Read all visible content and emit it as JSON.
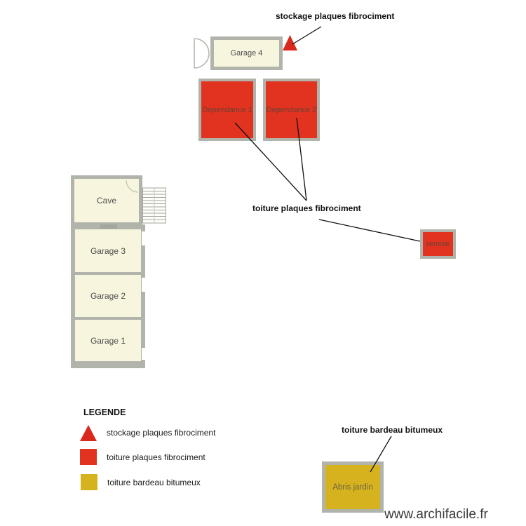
{
  "colors": {
    "wall": "#b1b4ab",
    "cream": "#f8f5de",
    "red": "#e23220",
    "red_dark": "#d8291c",
    "yellow": "#d6b31e",
    "line": "#111111"
  },
  "rooms": {
    "garage4": {
      "label": "Garage 4"
    },
    "dependance1": {
      "label": "Dependance 1"
    },
    "dependance2": {
      "label": "Dependance 2"
    },
    "cave": {
      "label": "Cave"
    },
    "garage3": {
      "label": "Garage 3"
    },
    "garage2": {
      "label": "Garage 2"
    },
    "garage1": {
      "label": "Garage 1"
    },
    "remise": {
      "label": "remise"
    },
    "abris_jardin": {
      "label": "Abris jardin"
    }
  },
  "symbols": {
    "garage4_door": "double-door",
    "cave_door": "door-swing",
    "stairs": "staircase"
  },
  "annotations": {
    "stockage": {
      "label": "stockage plaques fibrociment"
    },
    "toiture_fibrociment": {
      "label": "toiture plaques fibrociment"
    },
    "toiture_bardeau": {
      "label": "toiture bardeau bitumeux"
    }
  },
  "legend": {
    "title": "LEGENDE",
    "items": [
      {
        "marker": "triangle",
        "color": "#d8291c",
        "label": "stockage plaques fibrociment"
      },
      {
        "marker": "square",
        "color": "#e23220",
        "label": "toiture plaques fibrociment"
      },
      {
        "marker": "square",
        "color": "#d6b31e",
        "label": "toiture bardeau bitumeux"
      }
    ]
  },
  "watermark": "www.archifacile.fr"
}
